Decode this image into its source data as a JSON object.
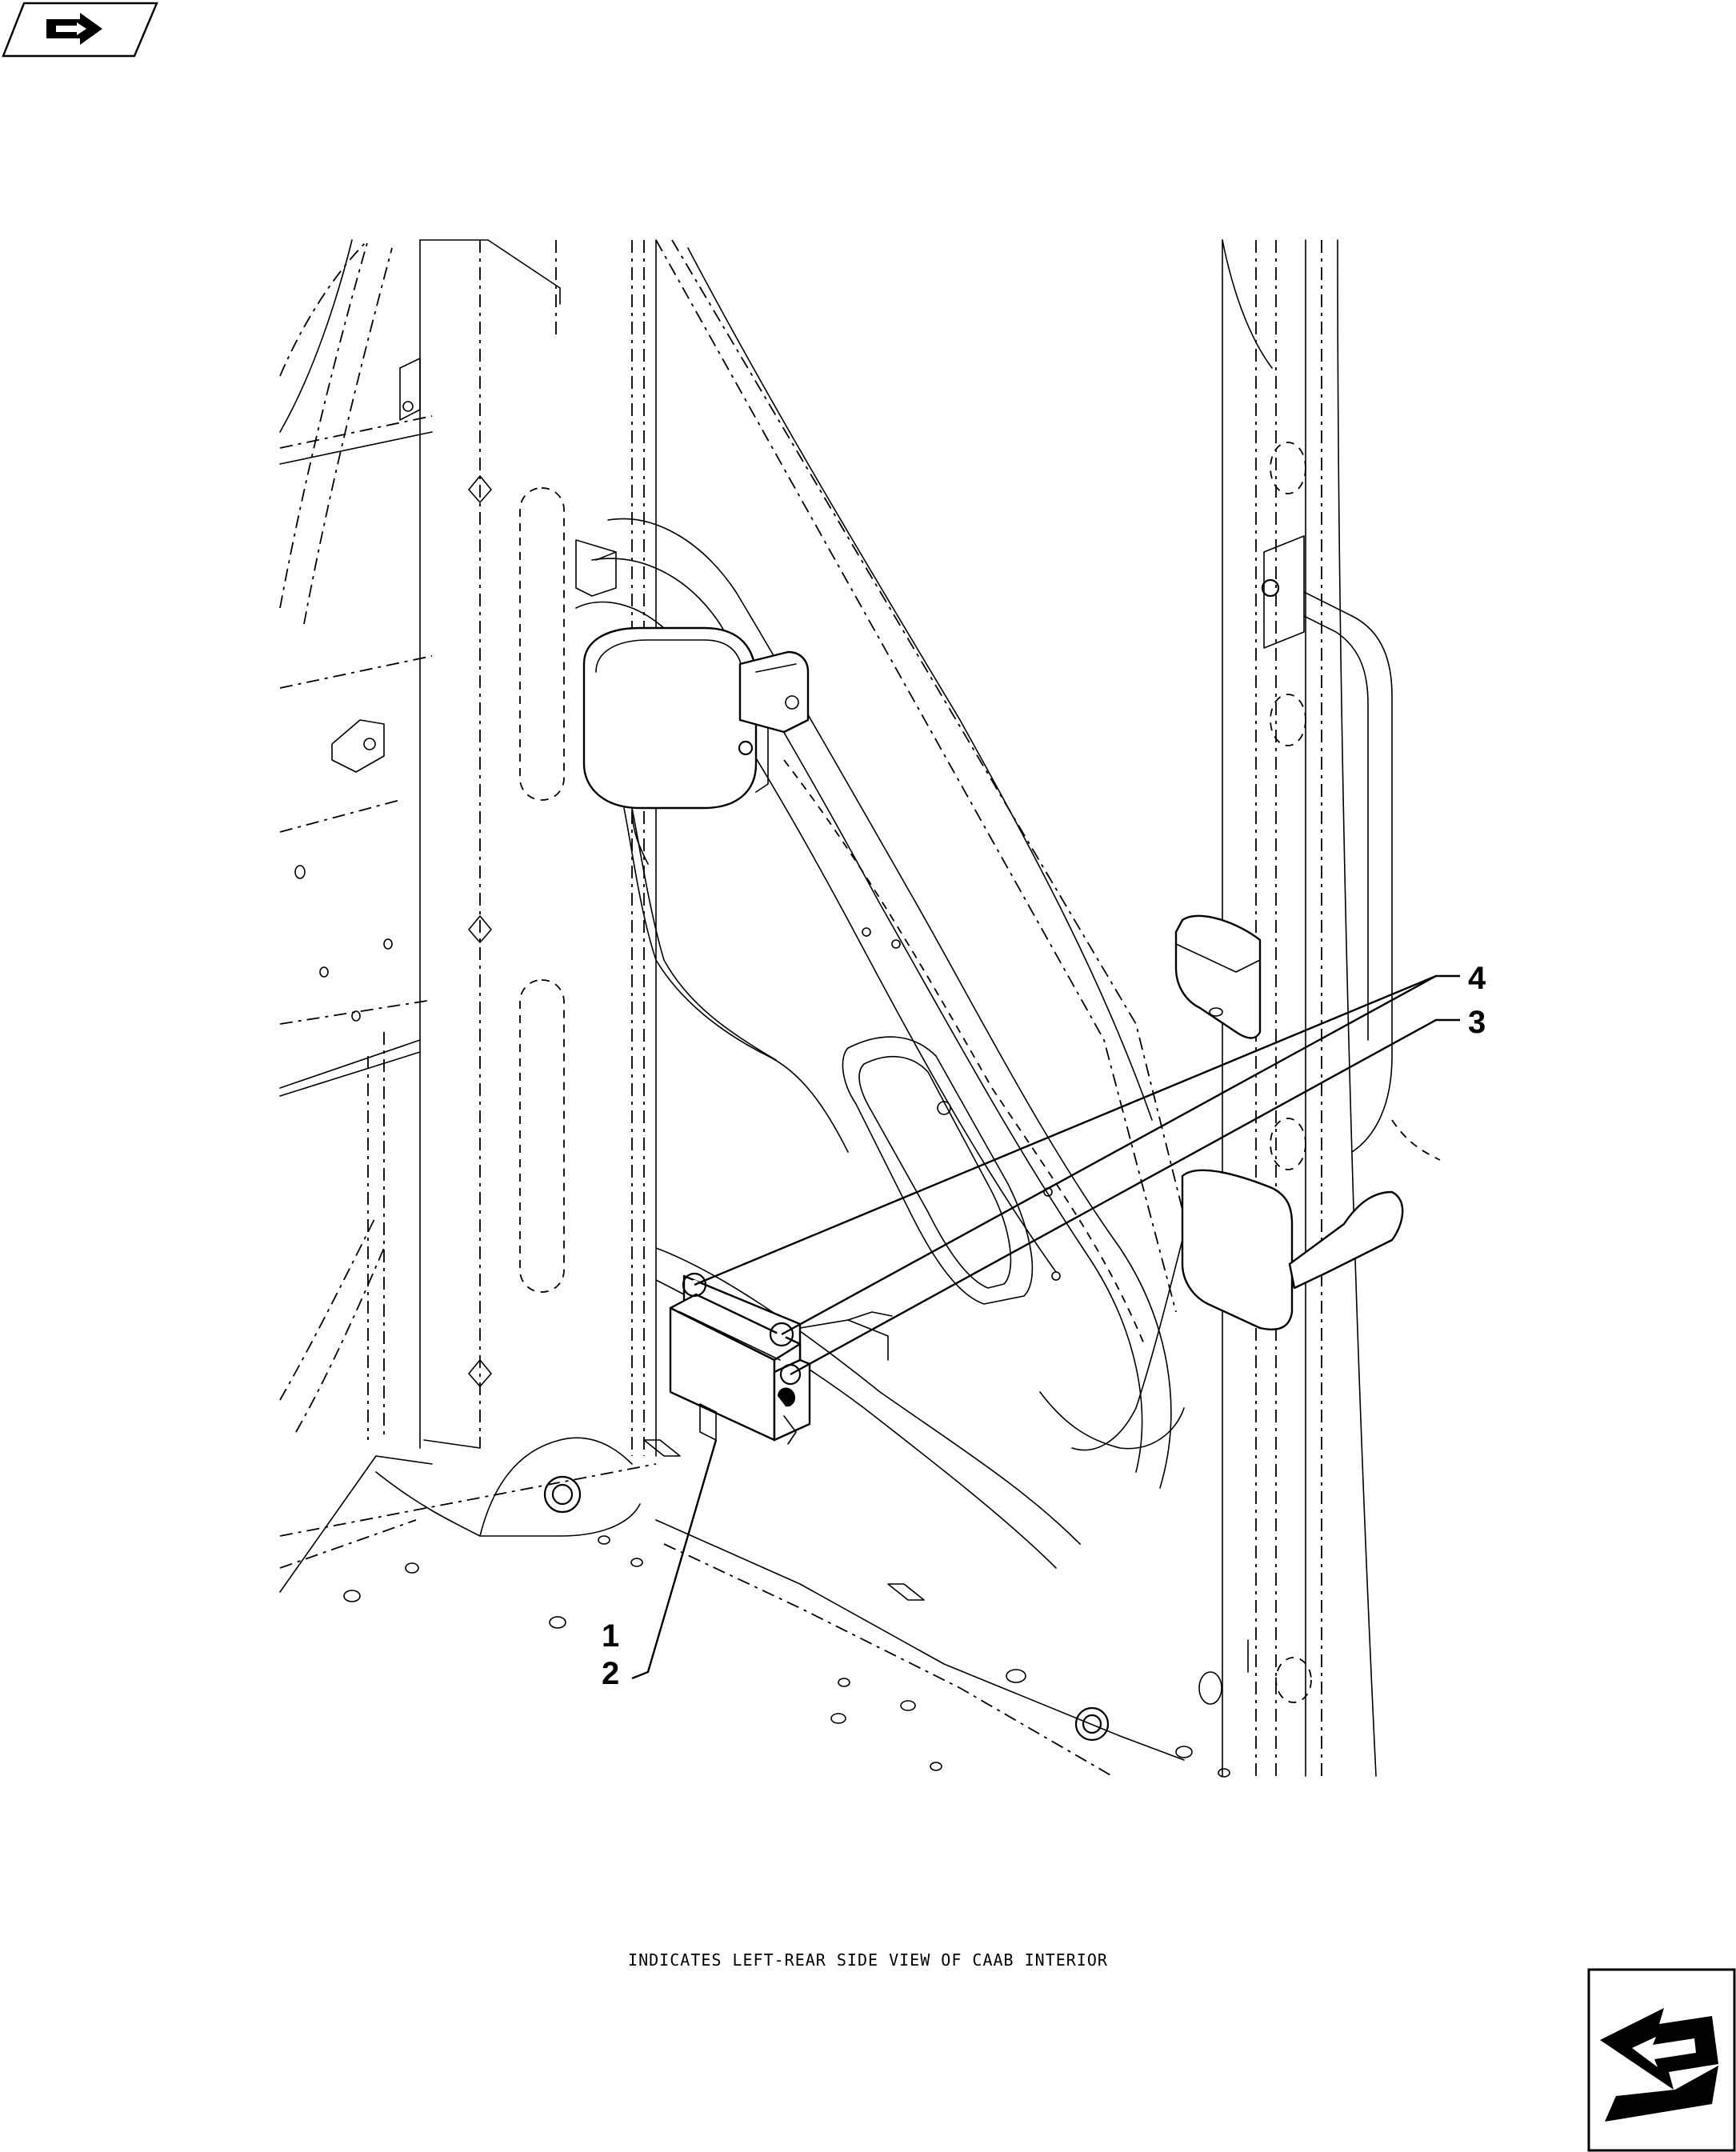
{
  "callouts": [
    {
      "id": "callout-4",
      "label": "4"
    },
    {
      "id": "callout-3",
      "label": "3"
    },
    {
      "id": "callout-1",
      "label": "1"
    },
    {
      "id": "callout-2",
      "label": "2"
    }
  ],
  "caption": "INDICATES LEFT-REAR SIDE VIEW OF CAAB INTERIOR",
  "icons": {
    "top_left": "previous-page-icon",
    "bottom_right": "next-page-icon"
  }
}
